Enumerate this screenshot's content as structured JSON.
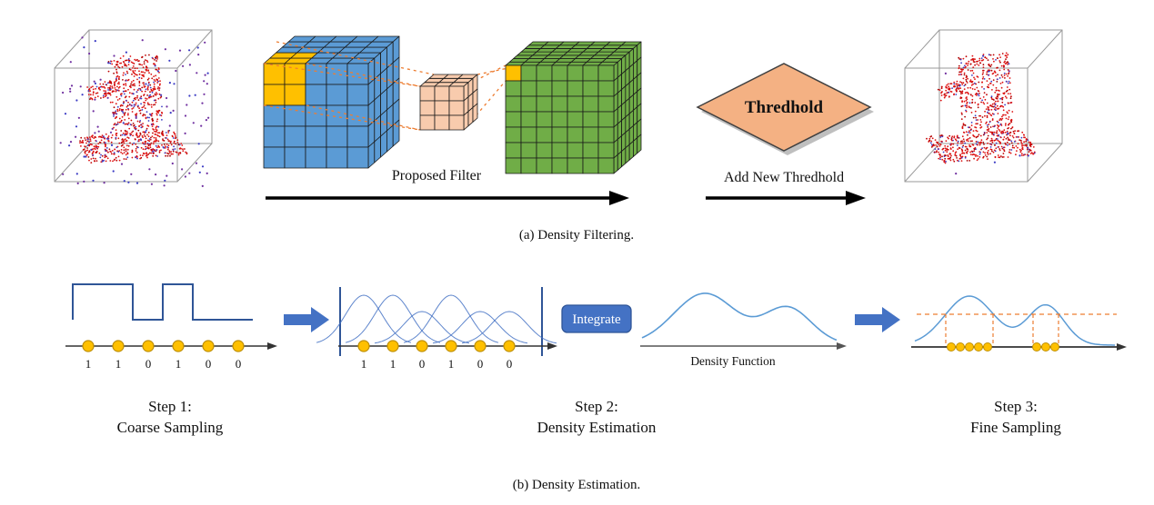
{
  "figure": {
    "panel_a": {
      "caption": "(a) Density Filtering.",
      "proposed_filter_label": "Proposed Filter",
      "threshold_label": "Thredhold",
      "add_threshold_label": "Add New Thredhold"
    },
    "panel_b": {
      "caption": "(b) Density Estimation.",
      "integrate_label": "Integrate",
      "density_function_label": "Density Function",
      "step1": {
        "title": "Step 1:",
        "subtitle": "Coarse Sampling",
        "bits": [
          "1",
          "1",
          "0",
          "1",
          "0",
          "0"
        ]
      },
      "step2": {
        "title": "Step 2:",
        "subtitle": "Density Estimation",
        "bits": [
          "1",
          "1",
          "0",
          "1",
          "0",
          "0"
        ]
      },
      "step3": {
        "title": "Step 3:",
        "subtitle": "Fine Sampling"
      }
    }
  },
  "colors": {
    "voxel_blue": "#5B9BD5",
    "voxel_yellow": "#FFC000",
    "kernel_peach": "#F8CBAD",
    "voxel_green": "#70AD47",
    "diamond_fill": "#F4B183",
    "integrate_blue": "#4472C4",
    "dot_orange": "#FFC000",
    "dot_orange_stroke": "#BF8F00",
    "dashed_orange": "#ED7D31",
    "signal_blue": "#2F5597",
    "curve_blue": "#5B9BD5",
    "arrow_blue": "#4472C4",
    "point_red": "#DD1111",
    "noise_purple": "#7030A0"
  }
}
